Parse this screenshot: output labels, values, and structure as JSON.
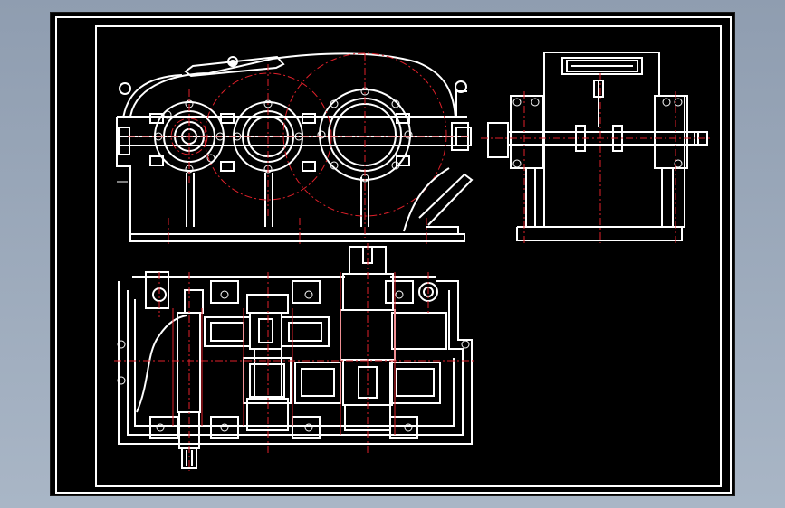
{
  "drawing": {
    "subject": "two-stage-gear-reducer-assembly",
    "views": [
      "front-view",
      "side-view",
      "top-section-view"
    ],
    "colors": {
      "background": "#000000",
      "outline": "#ffffff",
      "centerline": "#e0202a",
      "surround": "#9aa8ba"
    }
  }
}
